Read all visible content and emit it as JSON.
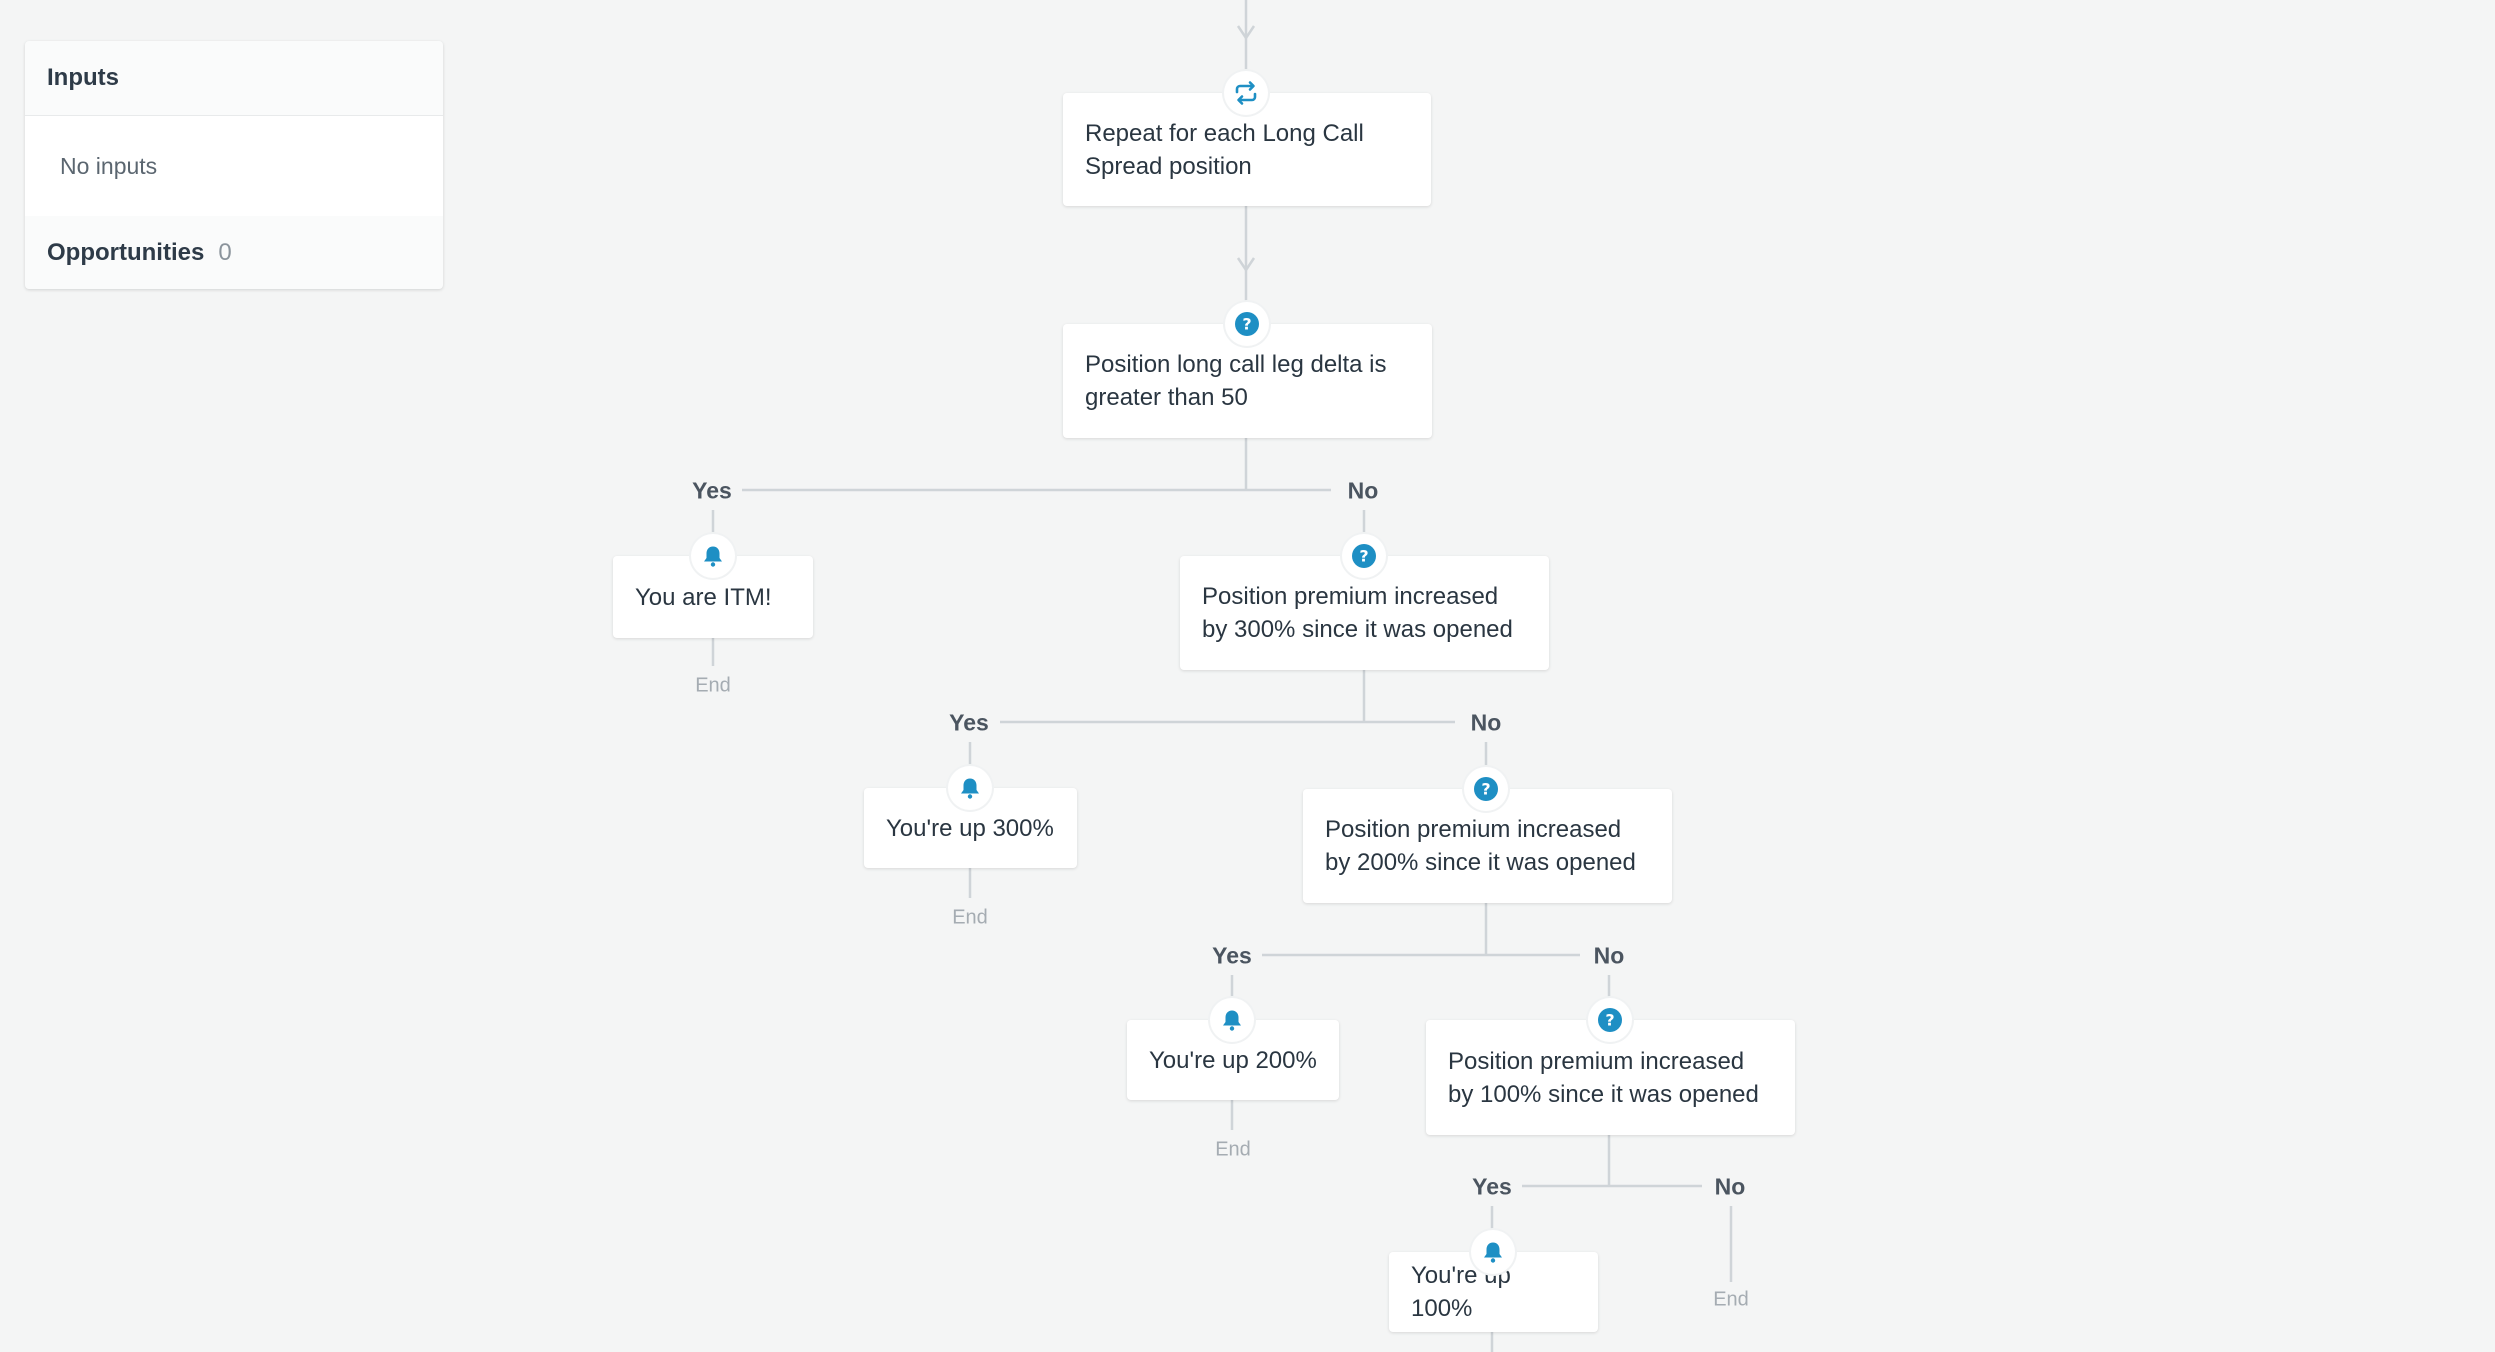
{
  "panel": {
    "inputs_title": "Inputs",
    "no_inputs": "No inputs",
    "opportunities_label": "Opportunities",
    "opportunities_count": "0"
  },
  "flow": {
    "loop_node": "Repeat for each Long Call Spread position",
    "cond1": "Position long call leg delta is greater than 50",
    "alert1": "You are ITM!",
    "cond2": "Position premium increased by 300% since it was opened",
    "alert2": "You're up 300%",
    "cond3": "Position premium increased by 200% since it was opened",
    "alert3": "You're up 200%",
    "cond4": "Position premium increased by 100% since it was opened",
    "alert4": "You're up 100%",
    "yes_label": "Yes",
    "no_label": "No",
    "end_label": "End"
  },
  "colors": {
    "accent": "#1e8fc4",
    "connector": "#cfd4d8",
    "background": "#f4f5f5"
  },
  "icons": {
    "loop": "repeat-icon",
    "condition": "question-icon",
    "alert": "bell-icon"
  }
}
